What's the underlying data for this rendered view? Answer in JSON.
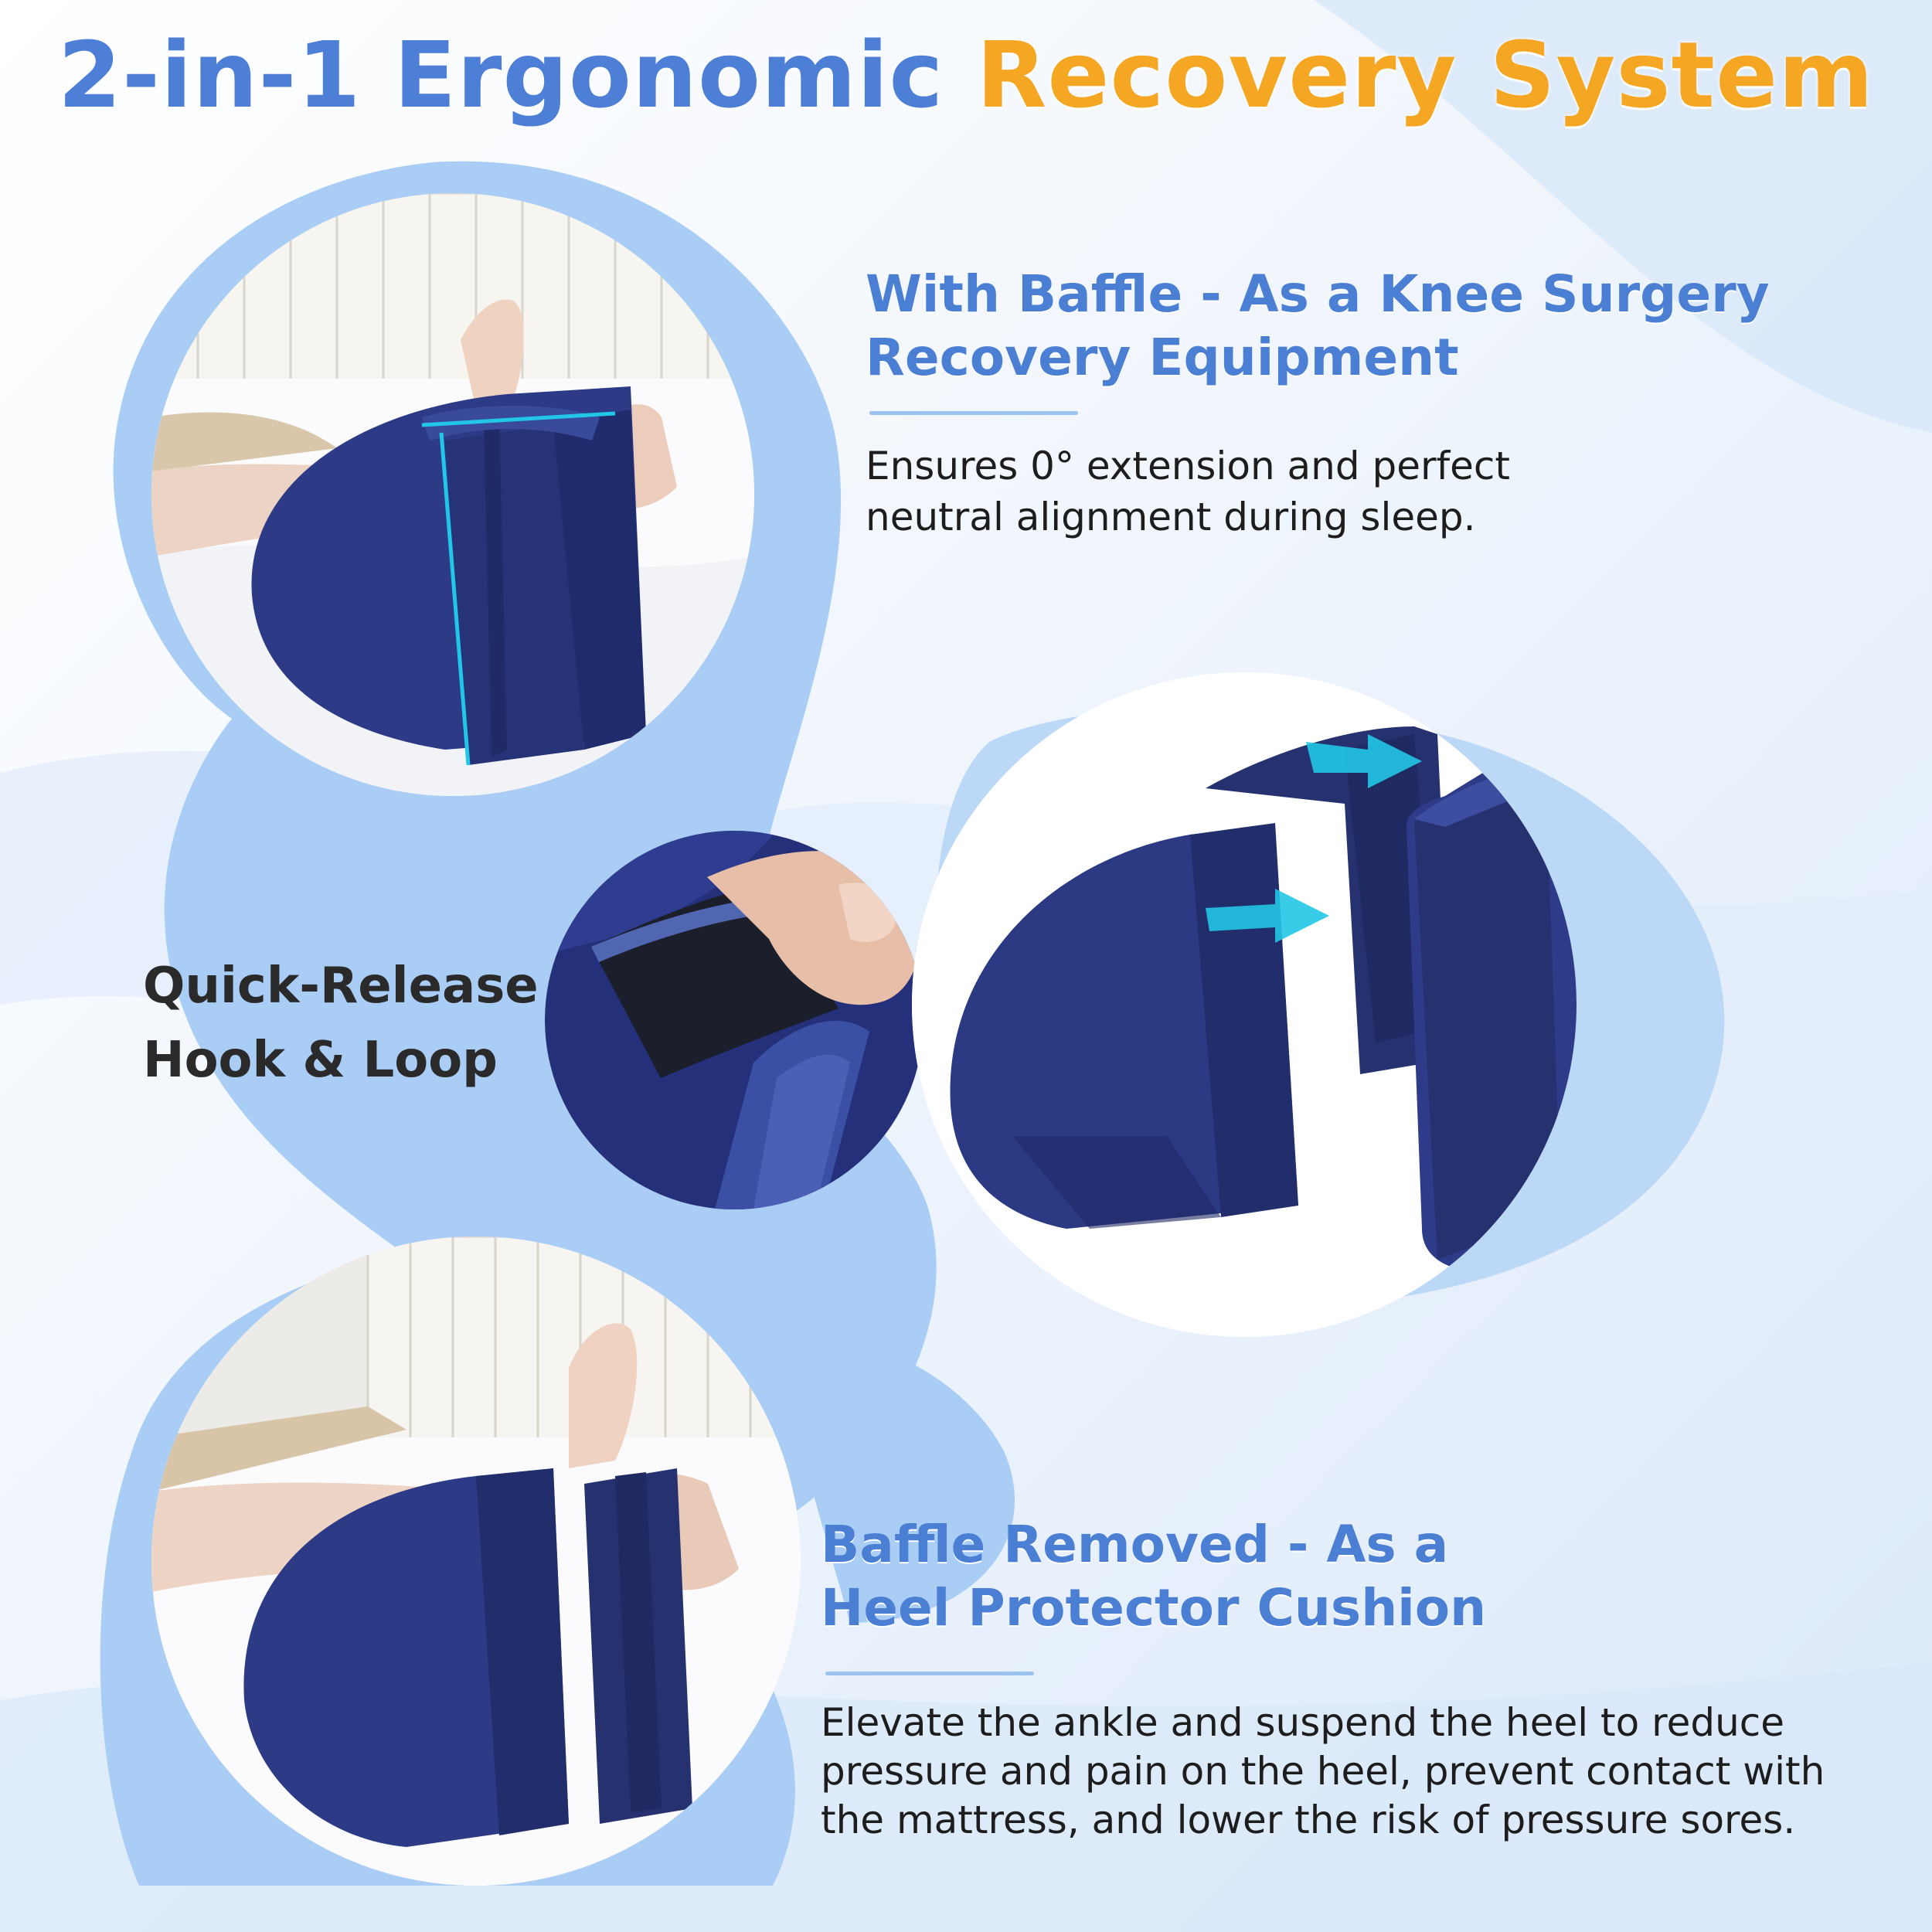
{
  "title": {
    "part1": "2-in-1 Ergonomic",
    "part2": "Recovery System"
  },
  "section_knee": {
    "heading_line1": "With Baffle - As a Knee Surgery",
    "heading_line2": "Recovery Equipment",
    "body_line1": "Ensures 0° extension and perfect",
    "body_line2": "neutral alignment during sleep."
  },
  "section_hook": {
    "line1": "Quick-Release",
    "line2": "Hook & Loop"
  },
  "section_heel": {
    "heading_line1": "Baffle Removed - As a",
    "heading_line2": "Heel Protector Cushion",
    "body_line1": "Elevate the ankle and suspend the heel to reduce",
    "body_line2": "pressure and pain on the heel, prevent contact with",
    "body_line3": "the mattress, and lower the risk of pressure sores."
  },
  "colors": {
    "title_blue": "#4d7fd6",
    "title_orange": "#f5a623",
    "heading_blue": "#4b7fd4",
    "accent_light_blue": "#a9cdf5",
    "cushion_navy": "#25306e",
    "arrow_cyan": "#22c6e6"
  }
}
